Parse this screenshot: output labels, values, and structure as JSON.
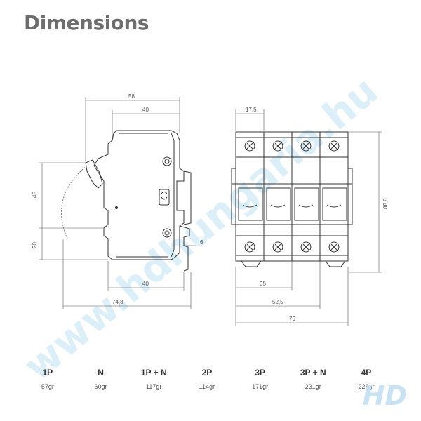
{
  "title": "Dimensions",
  "watermark": "www.hdhungaria.hu",
  "dimensions": {
    "d58": "58",
    "d40_top": "40",
    "d45": "45",
    "d20": "20",
    "d6": "6",
    "d40_bottom": "40",
    "d74_8": "74,8",
    "d17_5": "17,5",
    "d88_8": "88,8",
    "d35": "35",
    "d52_5": "52,5",
    "d70": "70"
  },
  "variants": [
    {
      "label": "1P",
      "weight": "57gr"
    },
    {
      "label": "N",
      "weight": "60gr"
    },
    {
      "label": "1P + N",
      "weight": "117gr"
    },
    {
      "label": "2P",
      "weight": "114gr"
    },
    {
      "label": "3P",
      "weight": "171gr"
    },
    {
      "label": "3P + N",
      "weight": "231gr"
    },
    {
      "label": "4P",
      "weight": "228gr"
    }
  ],
  "logo_text": "HD",
  "colors": {
    "watermark": "#bfe2f4",
    "line": "#333333",
    "title": "#6e6e6e"
  }
}
